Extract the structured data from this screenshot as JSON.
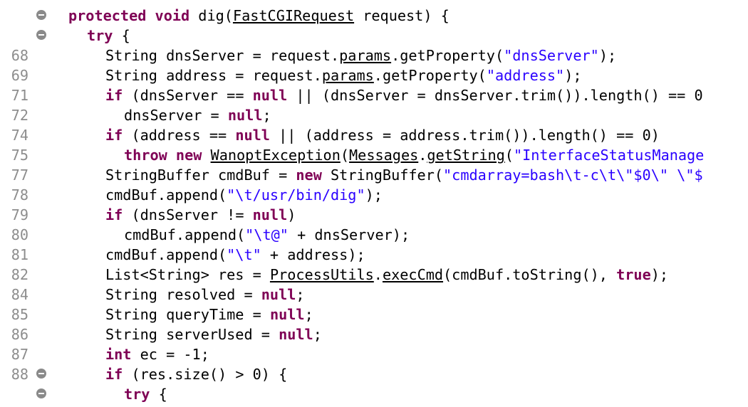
{
  "editor": {
    "lines": [
      {
        "num": "",
        "fold": true,
        "indent": 0,
        "tokens": [
          {
            "t": "protected void",
            "c": "kw"
          },
          {
            "t": " dig(",
            "c": "plain"
          },
          {
            "t": "FastCGIRequest",
            "c": "link"
          },
          {
            "t": " request) {",
            "c": "plain"
          }
        ]
      },
      {
        "num": "",
        "fold": true,
        "indent": 1,
        "tokens": [
          {
            "t": "try",
            "c": "kw"
          },
          {
            "t": " {",
            "c": "plain"
          }
        ]
      },
      {
        "num": "68",
        "fold": false,
        "indent": 2,
        "tokens": [
          {
            "t": "String dnsServer = request.",
            "c": "plain"
          },
          {
            "t": "params",
            "c": "link"
          },
          {
            "t": ".getProperty(",
            "c": "plain"
          },
          {
            "t": "\"dnsServer\"",
            "c": "str"
          },
          {
            "t": ");",
            "c": "plain"
          }
        ]
      },
      {
        "num": "69",
        "fold": false,
        "indent": 2,
        "tokens": [
          {
            "t": "String address = request.",
            "c": "plain"
          },
          {
            "t": "params",
            "c": "link"
          },
          {
            "t": ".getProperty(",
            "c": "plain"
          },
          {
            "t": "\"address\"",
            "c": "str"
          },
          {
            "t": ");",
            "c": "plain"
          }
        ]
      },
      {
        "num": "71",
        "fold": false,
        "indent": 2,
        "tokens": [
          {
            "t": "if",
            "c": "kw"
          },
          {
            "t": " (dnsServer == ",
            "c": "plain"
          },
          {
            "t": "null",
            "c": "kw"
          },
          {
            "t": " || (dnsServer = dnsServer.trim()).length() == 0",
            "c": "plain"
          }
        ]
      },
      {
        "num": "72",
        "fold": false,
        "indent": 3,
        "tokens": [
          {
            "t": "dnsServer = ",
            "c": "plain"
          },
          {
            "t": "null",
            "c": "kw"
          },
          {
            "t": ";",
            "c": "plain"
          }
        ]
      },
      {
        "num": "74",
        "fold": false,
        "indent": 2,
        "tokens": [
          {
            "t": "if",
            "c": "kw"
          },
          {
            "t": " (address == ",
            "c": "plain"
          },
          {
            "t": "null",
            "c": "kw"
          },
          {
            "t": " || (address = address.trim()).length() == 0)",
            "c": "plain"
          }
        ]
      },
      {
        "num": "75",
        "fold": false,
        "indent": 3,
        "tokens": [
          {
            "t": "throw new",
            "c": "kw"
          },
          {
            "t": " ",
            "c": "plain"
          },
          {
            "t": "WanoptException",
            "c": "link"
          },
          {
            "t": "(",
            "c": "plain"
          },
          {
            "t": "Messages",
            "c": "link"
          },
          {
            "t": ".",
            "c": "plain"
          },
          {
            "t": "getString",
            "c": "link"
          },
          {
            "t": "(",
            "c": "plain"
          },
          {
            "t": "\"InterfaceStatusManage",
            "c": "str"
          }
        ]
      },
      {
        "num": "77",
        "fold": false,
        "indent": 2,
        "tokens": [
          {
            "t": "StringBuffer cmdBuf = ",
            "c": "plain"
          },
          {
            "t": "new",
            "c": "kw"
          },
          {
            "t": " StringBuffer(",
            "c": "plain"
          },
          {
            "t": "\"cmdarray=bash\\t-c\\t\\\"$0\\\" \\\"$",
            "c": "str"
          }
        ]
      },
      {
        "num": "78",
        "fold": false,
        "indent": 2,
        "tokens": [
          {
            "t": "cmdBuf.append(",
            "c": "plain"
          },
          {
            "t": "\"\\t/usr/bin/dig\"",
            "c": "str"
          },
          {
            "t": ");",
            "c": "plain"
          }
        ]
      },
      {
        "num": "79",
        "fold": false,
        "indent": 2,
        "tokens": [
          {
            "t": "if",
            "c": "kw"
          },
          {
            "t": " (dnsServer != ",
            "c": "plain"
          },
          {
            "t": "null",
            "c": "kw"
          },
          {
            "t": ")",
            "c": "plain"
          }
        ]
      },
      {
        "num": "80",
        "fold": false,
        "indent": 3,
        "tokens": [
          {
            "t": "cmdBuf.append(",
            "c": "plain"
          },
          {
            "t": "\"\\t@\"",
            "c": "str"
          },
          {
            "t": " + dnsServer);",
            "c": "plain"
          }
        ]
      },
      {
        "num": "81",
        "fold": false,
        "indent": 2,
        "tokens": [
          {
            "t": "cmdBuf.append(",
            "c": "plain"
          },
          {
            "t": "\"\\t\"",
            "c": "str"
          },
          {
            "t": " + address);",
            "c": "plain"
          }
        ]
      },
      {
        "num": "82",
        "fold": false,
        "indent": 2,
        "tokens": [
          {
            "t": "List<String> res = ",
            "c": "plain"
          },
          {
            "t": "ProcessUtils",
            "c": "link"
          },
          {
            "t": ".",
            "c": "plain"
          },
          {
            "t": "execCmd",
            "c": "link"
          },
          {
            "t": "(cmdBuf.toString(), ",
            "c": "plain"
          },
          {
            "t": "true",
            "c": "kw"
          },
          {
            "t": ");",
            "c": "plain"
          }
        ]
      },
      {
        "num": "84",
        "fold": false,
        "indent": 2,
        "tokens": [
          {
            "t": "String resolved = ",
            "c": "plain"
          },
          {
            "t": "null",
            "c": "kw"
          },
          {
            "t": ";",
            "c": "plain"
          }
        ]
      },
      {
        "num": "85",
        "fold": false,
        "indent": 2,
        "tokens": [
          {
            "t": "String queryTime = ",
            "c": "plain"
          },
          {
            "t": "null",
            "c": "kw"
          },
          {
            "t": ";",
            "c": "plain"
          }
        ]
      },
      {
        "num": "86",
        "fold": false,
        "indent": 2,
        "tokens": [
          {
            "t": "String serverUsed = ",
            "c": "plain"
          },
          {
            "t": "null",
            "c": "kw"
          },
          {
            "t": ";",
            "c": "plain"
          }
        ]
      },
      {
        "num": "87",
        "fold": false,
        "indent": 2,
        "tokens": [
          {
            "t": "int",
            "c": "kw"
          },
          {
            "t": " ec = -1;",
            "c": "plain"
          }
        ]
      },
      {
        "num": "88",
        "fold": true,
        "indent": 2,
        "tokens": [
          {
            "t": "if",
            "c": "kw"
          },
          {
            "t": " (res.size() > 0) {",
            "c": "plain"
          }
        ]
      },
      {
        "num": "",
        "fold": true,
        "indent": 3,
        "tokens": [
          {
            "t": "try",
            "c": "kw"
          },
          {
            "t": " {",
            "c": "plain"
          }
        ]
      }
    ]
  },
  "colors": {
    "keyword": "#7f0055",
    "string": "#2a00ff",
    "line_number": "#8d8d8d",
    "fold_marker": "#8a8a8a"
  }
}
